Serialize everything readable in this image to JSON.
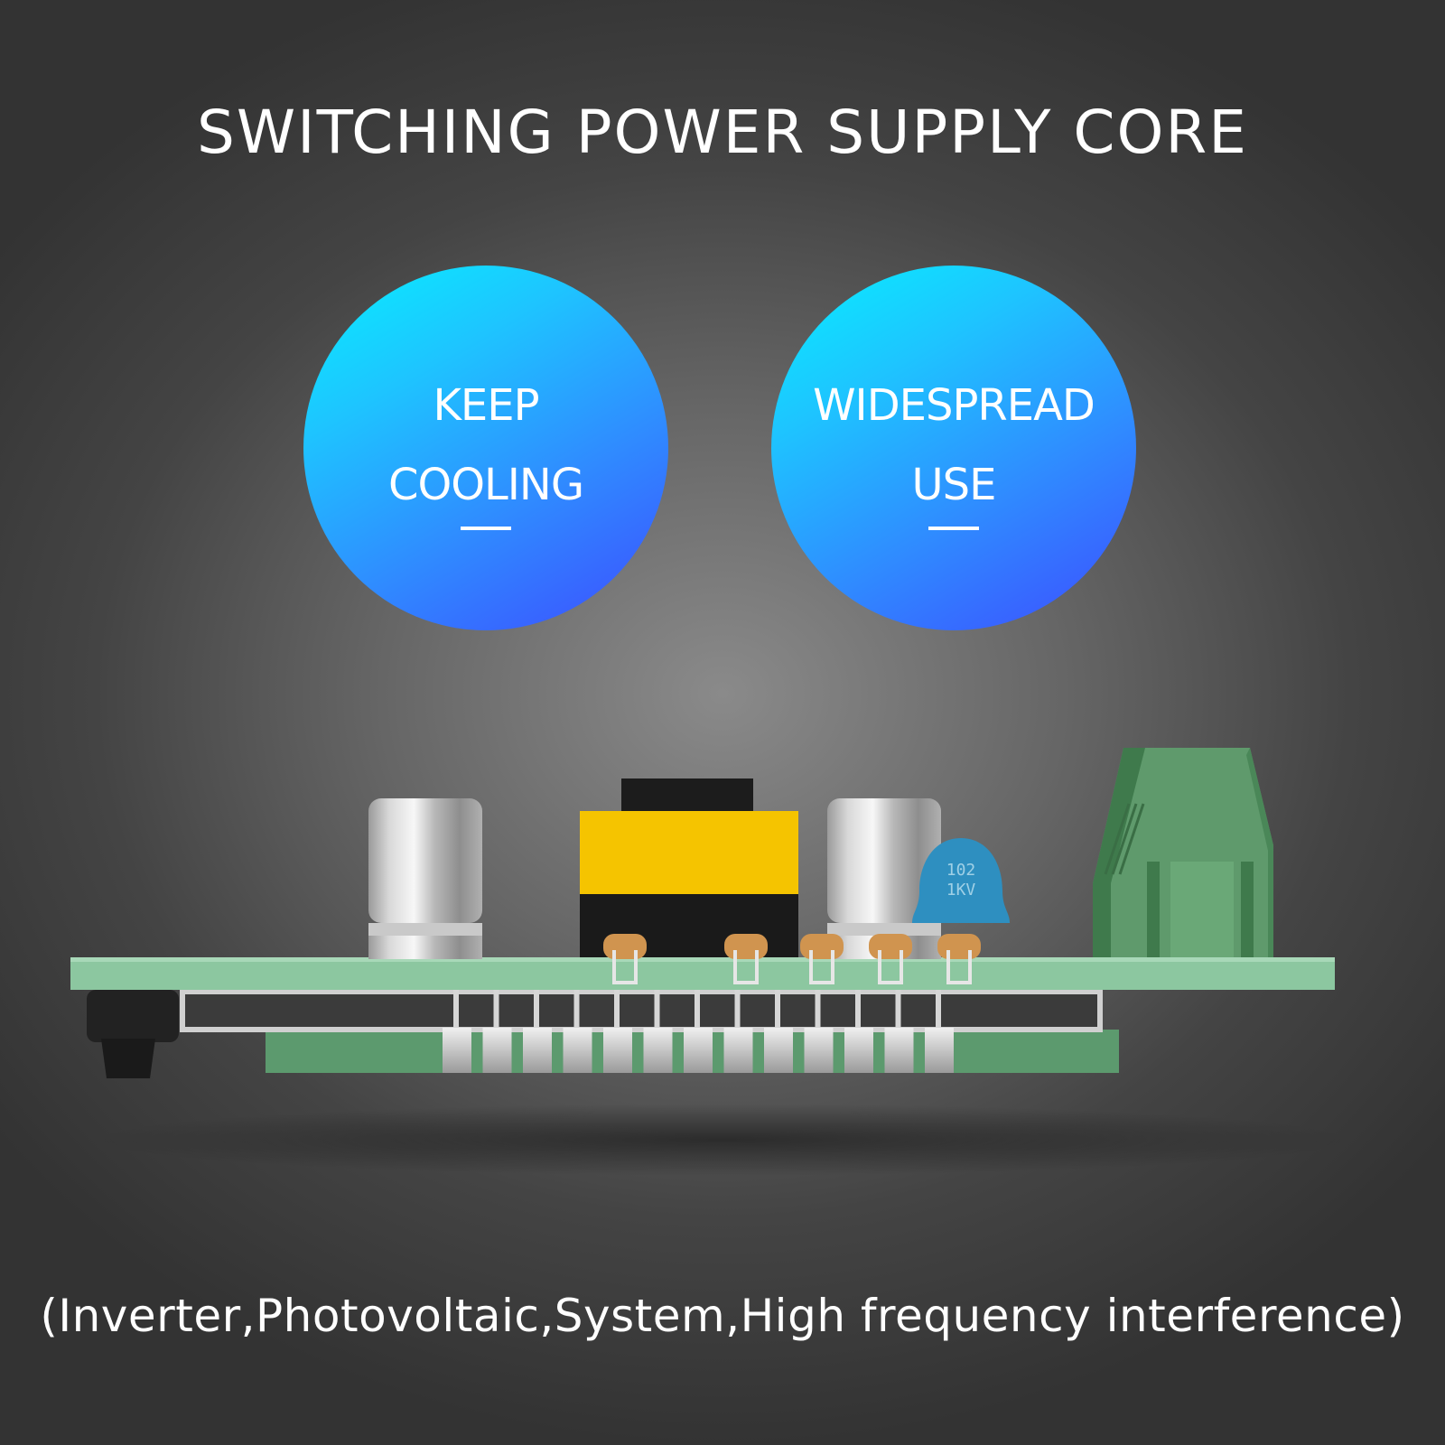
{
  "title": "SWITCHING POWER SUPPLY CORE",
  "bubbles": [
    {
      "line1": "KEEP",
      "line2": "COOLING"
    },
    {
      "line1": "WIDESPREAD",
      "line2": "USE"
    }
  ],
  "capacitor_marking": {
    "line1": "102",
    "line2": "1KV"
  },
  "footer": "(Inverter,Photovoltaic,System,High frequency interference)",
  "colors": {
    "bubble_start": "#07f0ff",
    "bubble_end": "#3d4cff",
    "pcb_green": "#8cc7a0",
    "terminal_green": "#5f9a6c",
    "transformer_yellow": "#f5c400",
    "ceramic_blue": "#2e8fc0"
  }
}
